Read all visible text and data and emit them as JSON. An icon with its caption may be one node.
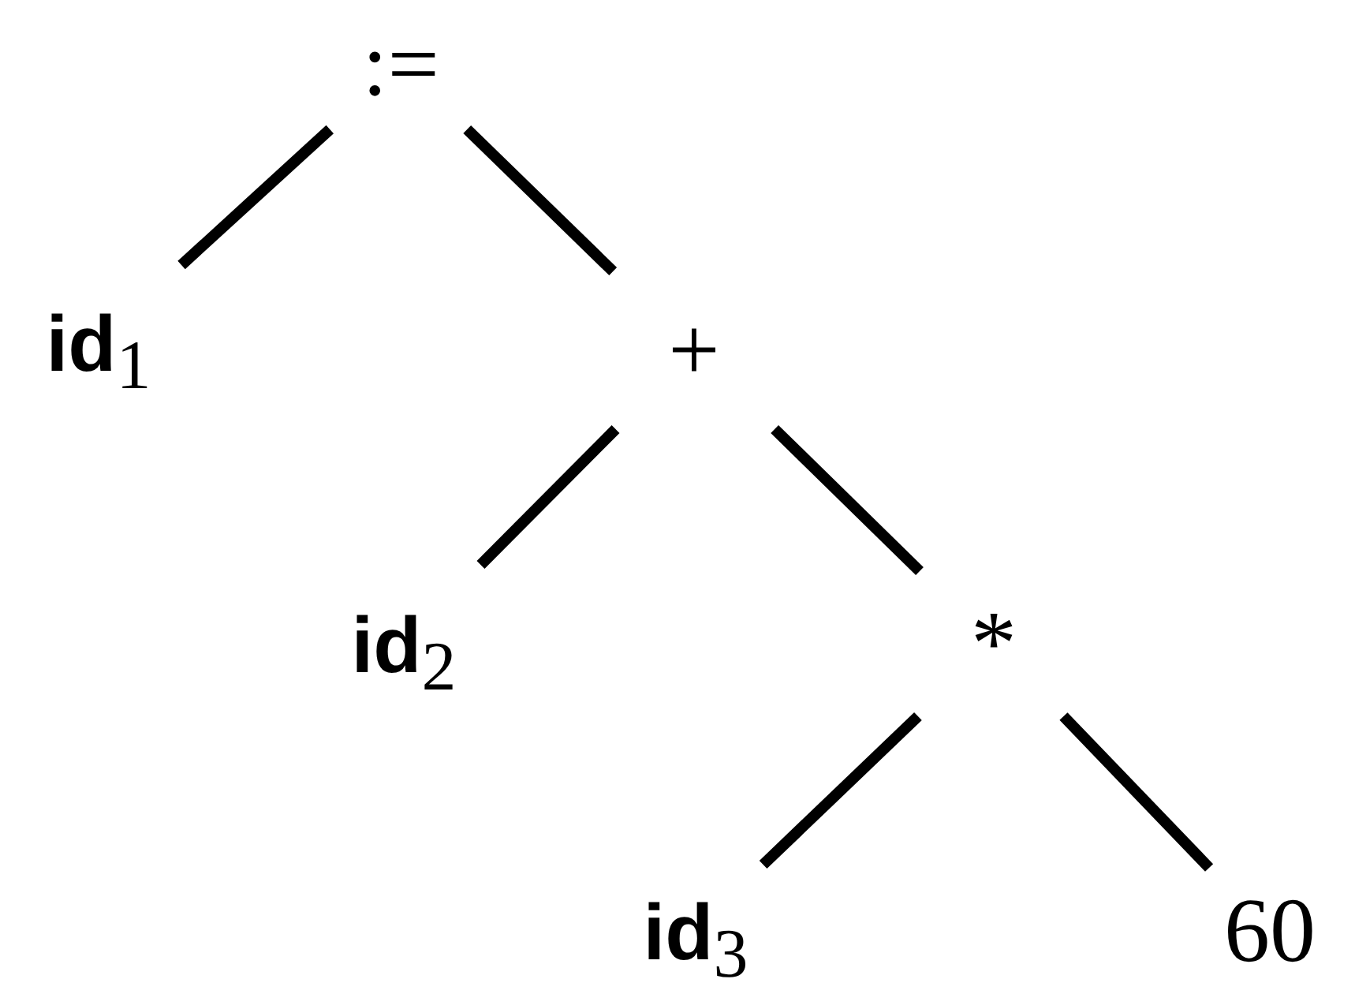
{
  "diagram": {
    "nodes": [
      {
        "text": [
          ":="
        ]
      },
      {
        "text": [
          "**id**$_{1}$"
        ]
      },
      {
        "text": [
          "+"
        ]
      },
      {
        "text": [
          "**id**$_{2}$"
        ]
      },
      {
        "text": [
          "*"
        ]
      },
      {
        "text": [
          "**id**$_{3}$"
        ]
      },
      {
        "text": [
          "60"
        ]
      }
    ],
    "edges": [
      {
        "from": 0,
        "to": 1,
        "arrow": "none"
      },
      {
        "from": 0,
        "to": 2,
        "arrow": "none"
      },
      {
        "from": 2,
        "to": 3,
        "arrow": "none"
      },
      {
        "from": 2,
        "to": 4,
        "arrow": "none"
      },
      {
        "from": 4,
        "to": 5,
        "arrow": "none"
      },
      {
        "from": 4,
        "to": 6,
        "arrow": "none"
      }
    ]
  }
}
